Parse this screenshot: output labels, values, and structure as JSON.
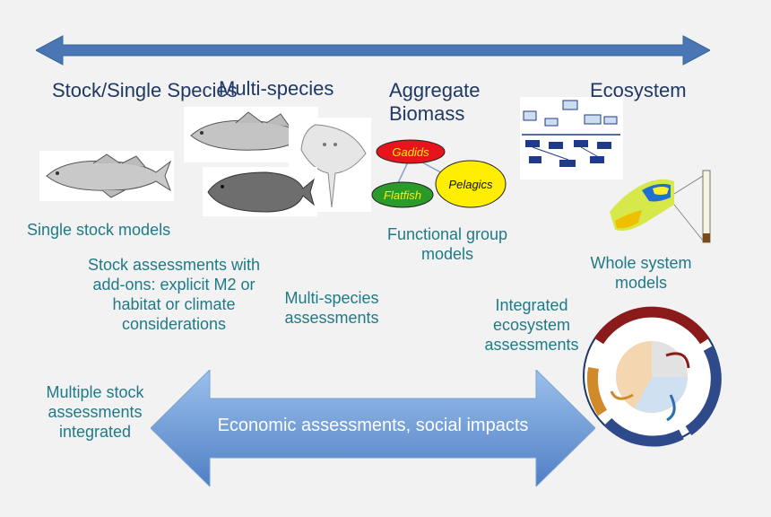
{
  "headers": {
    "stock_single": "Stock/Single Species",
    "multi_species": "Multi-species",
    "aggregate_biomass": "Aggregate Biomass",
    "ecosystem": "Ecosystem"
  },
  "labels": {
    "single_stock_models": "Single stock models",
    "stock_assessments_addons": "Stock assessments with add-ons: explicit M2 or habitat or climate considerations",
    "multi_species_assessments": "Multi-species assessments",
    "functional_group_models": "Functional group models",
    "whole_system_models": "Whole system models",
    "integrated_ecosystem_assessments": "Integrated ecosystem assessments",
    "multiple_stock_integrated": "Multiple stock assessments integrated"
  },
  "big_arrow_text": "Economic assessments, social impacts",
  "functional_groups": {
    "gadids": "Gadids",
    "flatfish": "Flatfish",
    "pelagics": "Pelagics"
  },
  "colors": {
    "top_arrow": "#4a77b4",
    "header_text": "#1f3864",
    "label_text": "#1f7a87",
    "big_arrow_light": "#9cc0eb",
    "big_arrow_dark": "#4f7fc4",
    "gadids": "#e8141c",
    "flatfish": "#2a9a2a",
    "pelagics": "#ffee00"
  }
}
